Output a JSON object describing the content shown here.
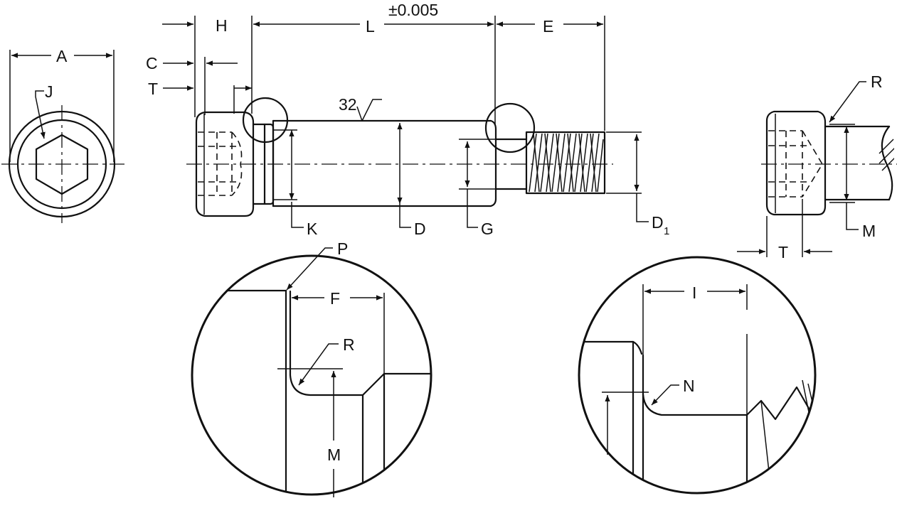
{
  "labels": {
    "A": "A",
    "J": "J",
    "C": "C",
    "T_left": "T",
    "H": "H",
    "L": "L",
    "tolerance": "±0.005",
    "E": "E",
    "finish": "32",
    "K": "K",
    "D": "D",
    "G": "G",
    "D1": "D",
    "D1_sub": "1",
    "R_right": "R",
    "M_right": "M",
    "T_right": "T",
    "P": "P",
    "F": "F",
    "R_detail": "R",
    "M_detail": "M",
    "I": "I",
    "N": "N"
  }
}
